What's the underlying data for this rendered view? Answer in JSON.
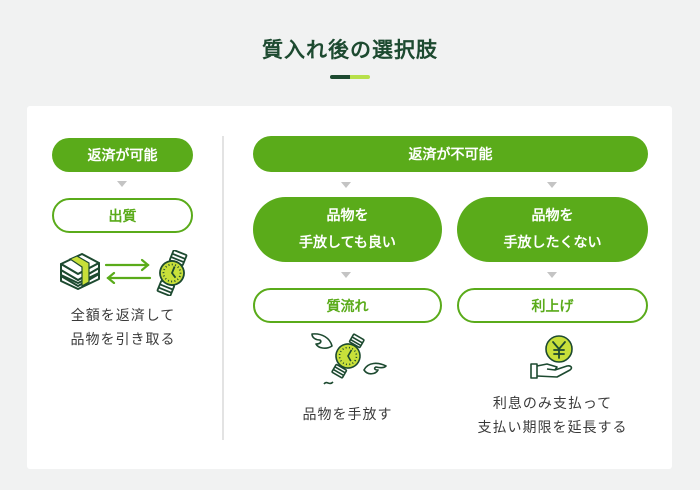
{
  "header": {
    "title": "質入れ後の選択肢",
    "accent_colors": [
      "#1d4a30",
      "#b7e04a"
    ]
  },
  "colors": {
    "primary_green": "#5aab1a",
    "dark_green": "#1d4a30",
    "lime": "#c8e03a",
    "arrow_gray": "#c4c4c4",
    "divider": "#e3e3e3"
  },
  "left_branch": {
    "condition": "返済が可能",
    "outcome": "出質",
    "icons": [
      "money-stack-icon",
      "exchange-arrows-icon",
      "wristwatch-icon"
    ],
    "description": [
      "全額を返済して",
      "品物を引き取る"
    ]
  },
  "right_branch": {
    "condition": "返済が不可能",
    "options": [
      {
        "choice": [
          "品物を",
          "手放しても良い"
        ],
        "outcome": "質流れ",
        "icon": "flying-watch-icon",
        "description": [
          "品物を手放す"
        ]
      },
      {
        "choice": [
          "品物を",
          "手放したくない"
        ],
        "outcome": "利上げ",
        "icon": "hand-yen-coin-icon",
        "description": [
          "利息のみ支払って",
          "支払い期限を延長する"
        ]
      }
    ]
  }
}
